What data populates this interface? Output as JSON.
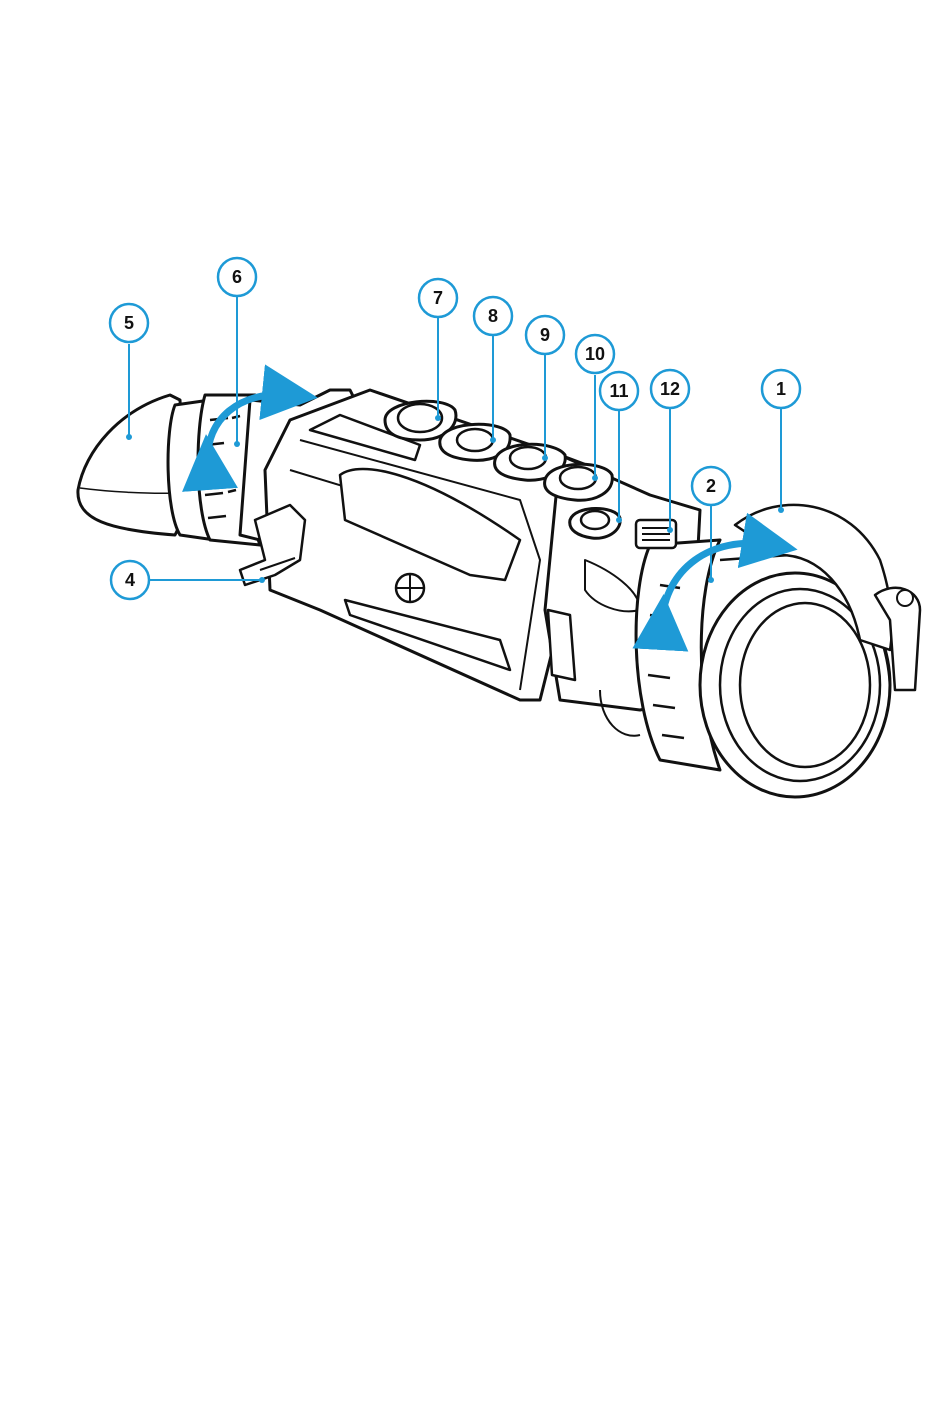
{
  "figure": {
    "callouts": [
      {
        "id": "1",
        "label": "1"
      },
      {
        "id": "2",
        "label": "2"
      },
      {
        "id": "4",
        "label": "4"
      },
      {
        "id": "5",
        "label": "5"
      },
      {
        "id": "6",
        "label": "6"
      },
      {
        "id": "7",
        "label": "7"
      },
      {
        "id": "8",
        "label": "8"
      },
      {
        "id": "9",
        "label": "9"
      },
      {
        "id": "10",
        "label": "10"
      },
      {
        "id": "11",
        "label": "11"
      },
      {
        "id": "12",
        "label": "12"
      }
    ],
    "colors": {
      "accent": "#1e9ad6",
      "line": "#111111",
      "background": "#ffffff"
    }
  }
}
